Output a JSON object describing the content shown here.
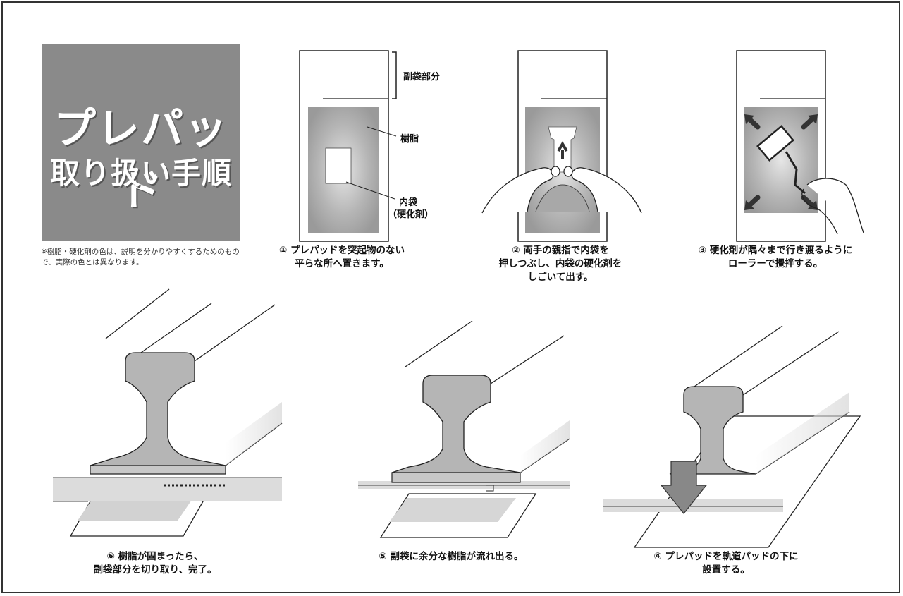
{
  "title": {
    "line1": "プレパッド",
    "line2": "取り扱い手順"
  },
  "note": "※樹脂・硬化剤の色は、説明を分かりやすくするためのもので、実際の色とは異なります。",
  "labels": {
    "sub_bag": "副袋部分",
    "resin": "樹脂",
    "inner_bag": "内袋",
    "hardener": "（硬化剤）"
  },
  "steps": [
    {
      "line1": "① プレパッドを突起物のない",
      "line2": "平らな所へ置きます。",
      "line3": ""
    },
    {
      "line1": "② 両手の親指で内袋を",
      "line2": "押しつぶし、内袋の硬化剤を",
      "line3": "しごいて出す。"
    },
    {
      "line1": "③ 硬化剤が隅々まで行き渡るように",
      "line2": "ローラーで攪拌する。",
      "line3": ""
    },
    {
      "line1": "④ プレパッドを軌道パッドの下に",
      "line2": "設置する。",
      "line3": ""
    },
    {
      "line1": "⑤ 副袋に余分な樹脂が流れ出る。",
      "line2": "",
      "line3": ""
    },
    {
      "line1": "⑥ 樹脂が固まったら、",
      "line2": "副袋部分を切り取り、完了。",
      "line3": ""
    }
  ]
}
